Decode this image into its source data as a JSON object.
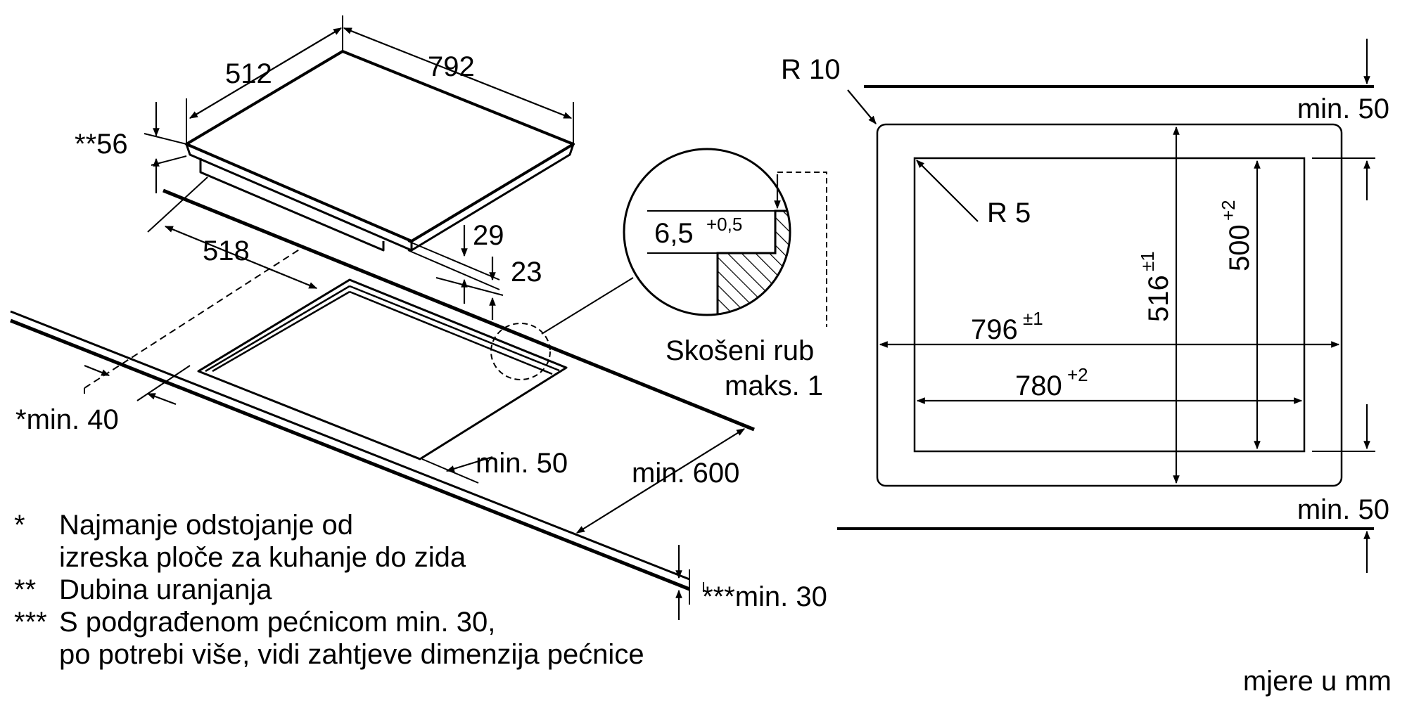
{
  "isometric": {
    "dim_depth": "512",
    "dim_width": "792",
    "dim_immersion": "**56",
    "dim_cutout_depth": "518",
    "dim_29": "29",
    "dim_23": "23",
    "dim_min_wall": "*min. 40",
    "dim_min_front": "min. 50",
    "dim_min_worktop": "min. 600",
    "dim_min_oven": "***min. 30"
  },
  "detail": {
    "dim_value": "6,5",
    "dim_tolerance": "+0,5",
    "caption_line1": "Skošeni rub",
    "caption_line2": "maks. 1"
  },
  "cutout": {
    "radius_outer": "R 10",
    "radius_inner": "R 5",
    "min_top": "min. 50",
    "min_bottom": "min. 50",
    "width_outer": "796",
    "width_outer_tol": "±1",
    "width_inner": "780",
    "width_inner_tol": "+2",
    "depth_outer": "516",
    "depth_outer_tol": "±1",
    "depth_inner": "500",
    "depth_inner_tol": "+2"
  },
  "notes": [
    {
      "mark": "*",
      "lines": [
        "Najmanje odstojanje od",
        "izreska ploče za kuhanje do zida"
      ]
    },
    {
      "mark": "**",
      "lines": [
        "Dubina uranjanja"
      ]
    },
    {
      "mark": "***",
      "lines": [
        "S podgrađenom pećnicom min. 30,",
        "po potrebi više, vidi zahtjeve dimenzija pećnice"
      ]
    }
  ],
  "units": "mjere u mm"
}
